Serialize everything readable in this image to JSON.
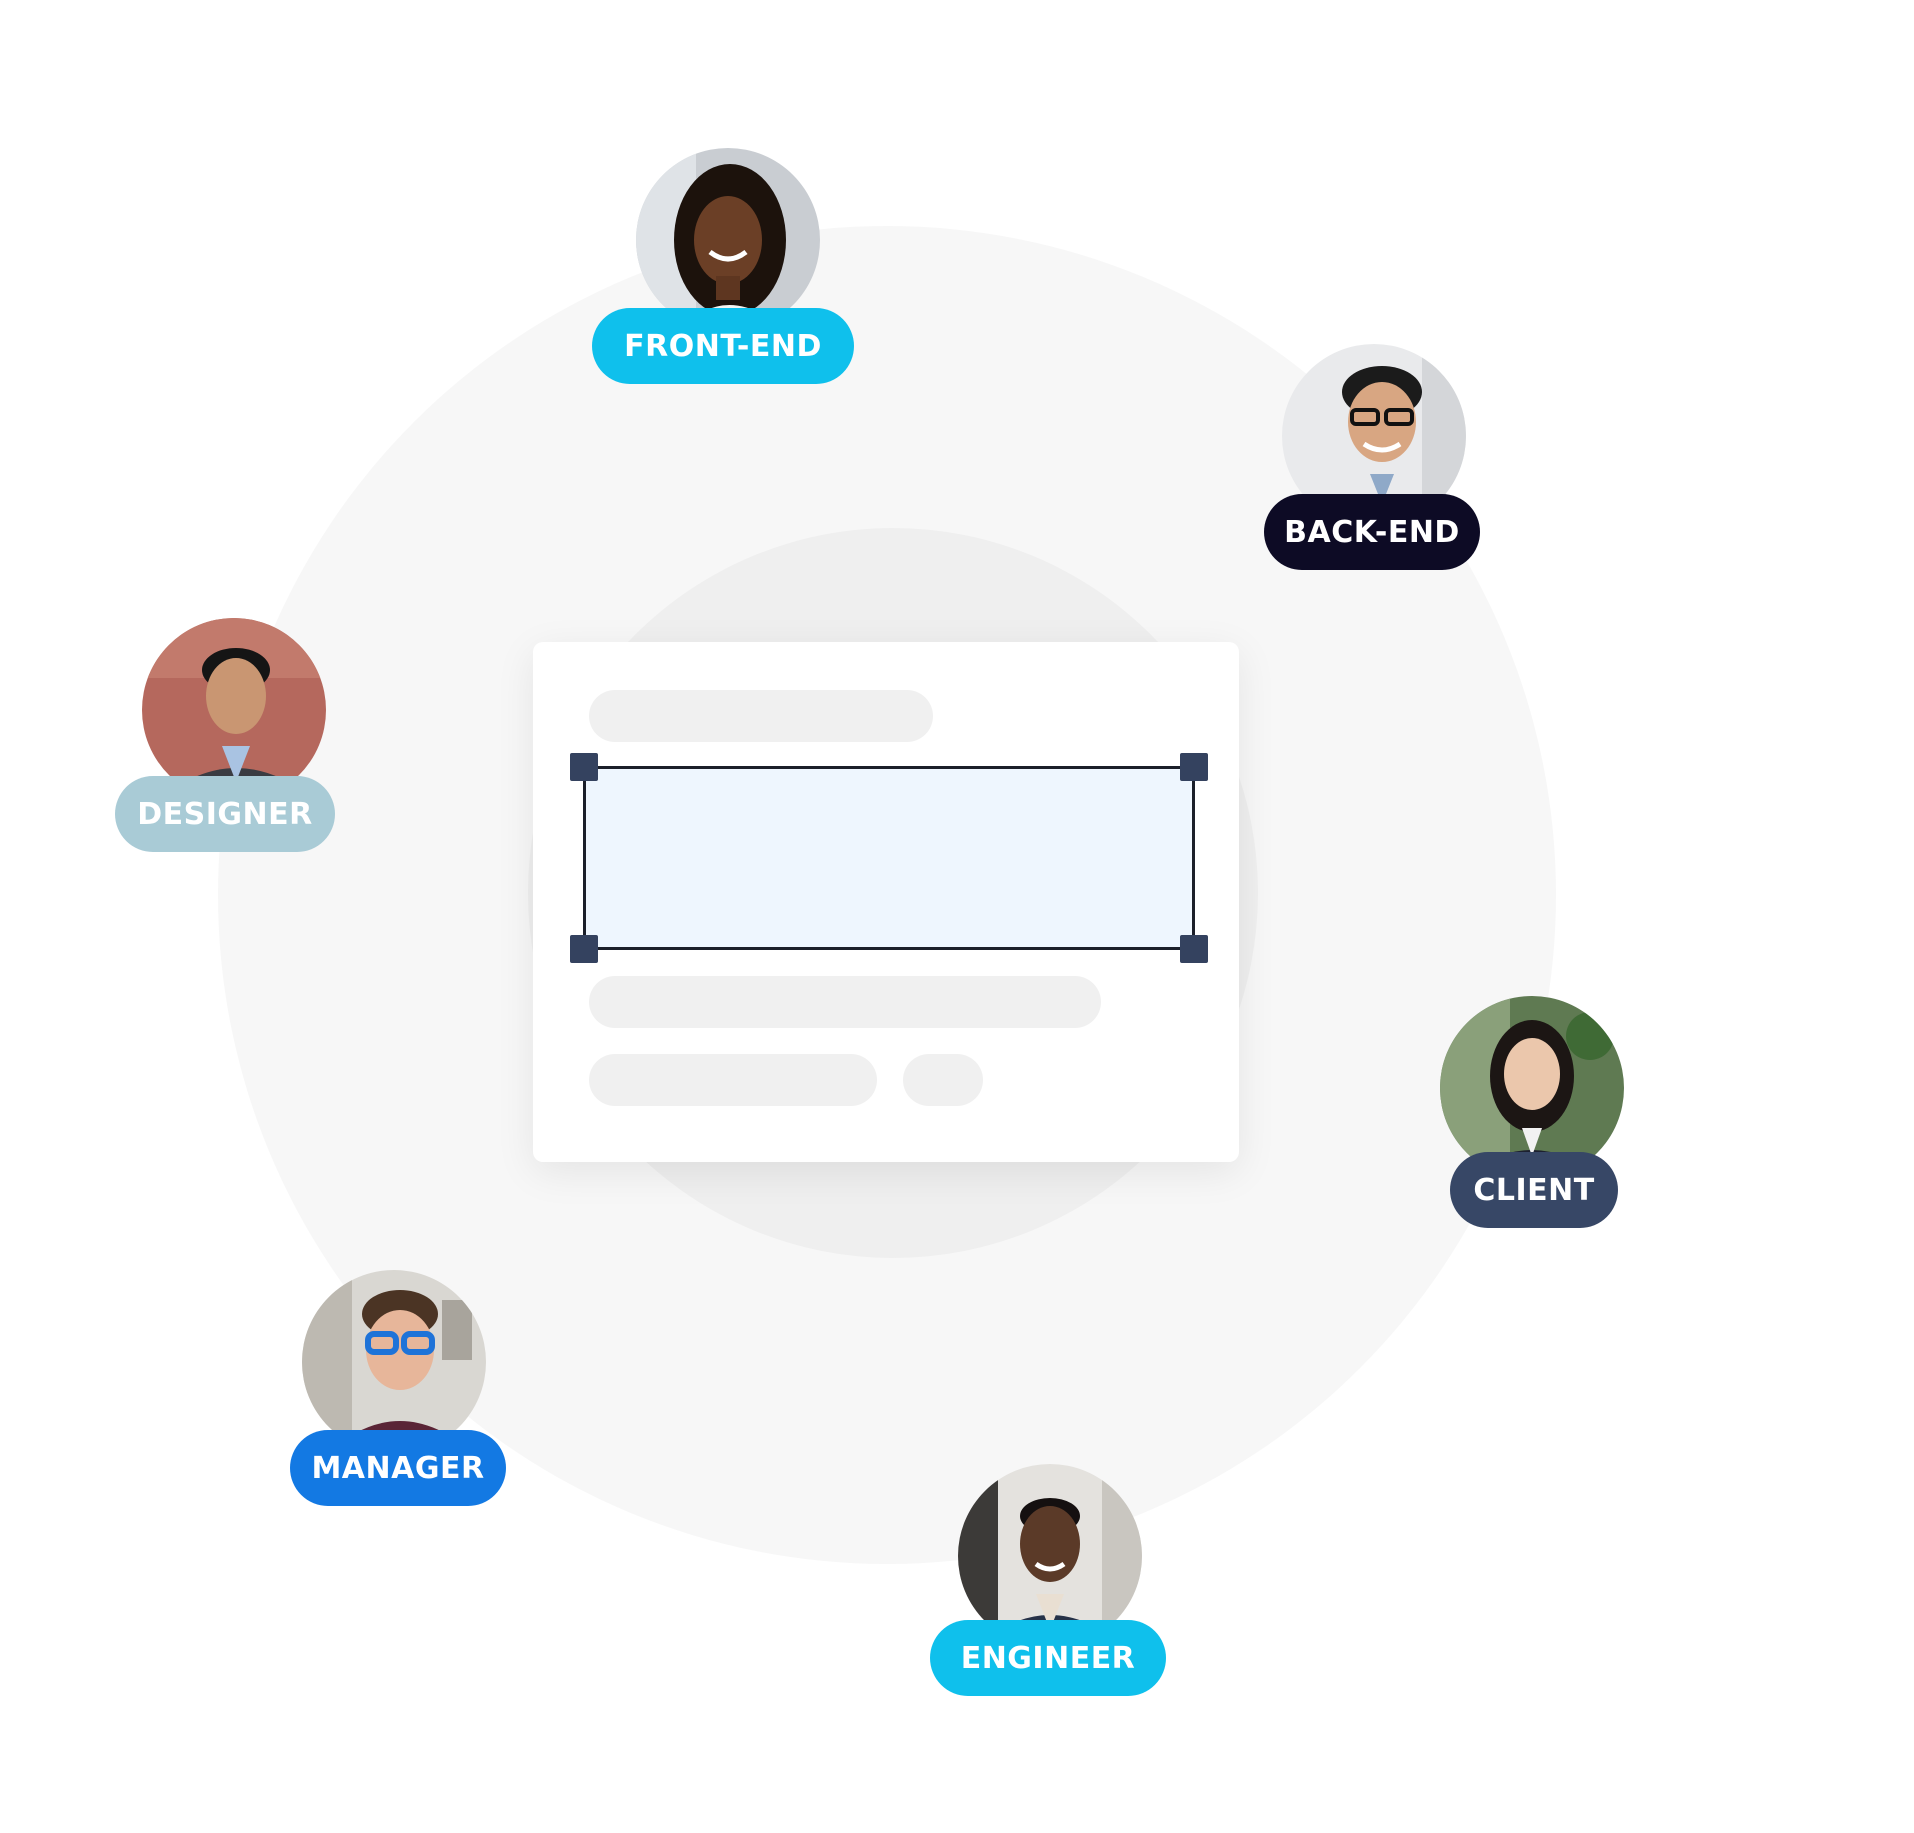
{
  "roles": [
    {
      "id": "front-end",
      "label": "FRONT-END",
      "color": "#0fc0ec"
    },
    {
      "id": "back-end",
      "label": "BACK-END",
      "color": "#0d0b25"
    },
    {
      "id": "designer",
      "label": "DESIGNER",
      "color": "#a9cbd6"
    },
    {
      "id": "client",
      "label": "CLIENT",
      "color": "#374766"
    },
    {
      "id": "manager",
      "label": "MANAGER",
      "color": "#1379e3"
    },
    {
      "id": "engineer",
      "label": "ENGINEER",
      "color": "#0fc0ec"
    }
  ],
  "colors": {
    "outer_ring": "#f7f7f7",
    "inner_ring": "#efefef",
    "selection_fill": "#eef6fe",
    "selection_border": "#1b1f2a",
    "handle": "#34425f",
    "skeleton": "#f0f0f0"
  }
}
